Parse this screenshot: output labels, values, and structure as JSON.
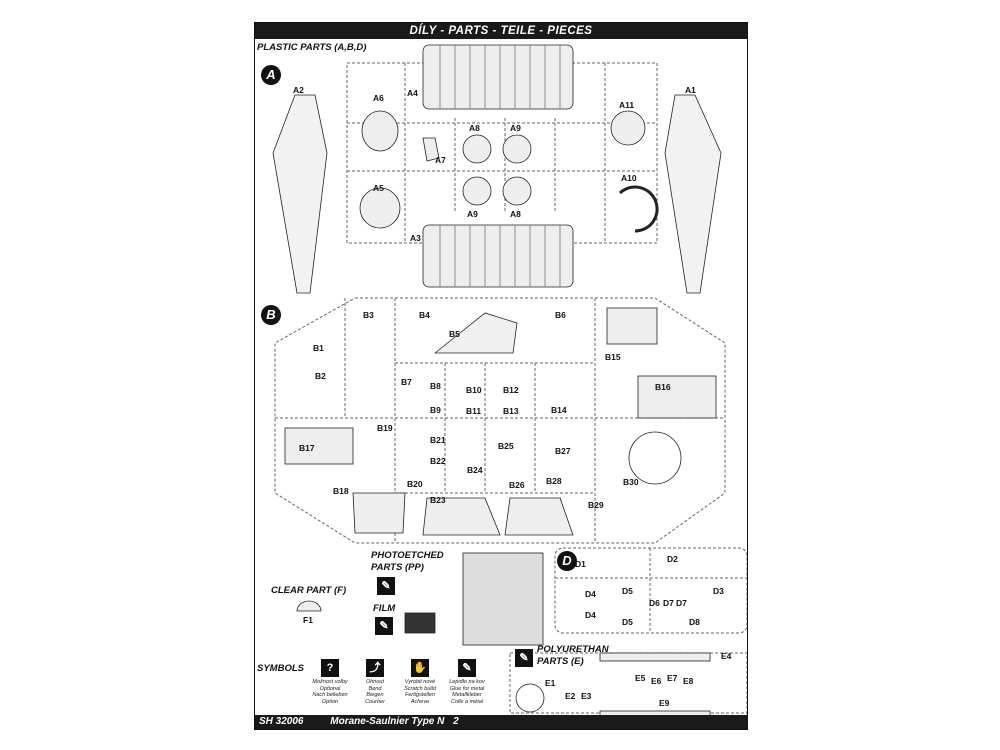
{
  "header": {
    "title": "DÍLY  -  PARTS  -  TEILE  -  PIECES"
  },
  "sections": {
    "plastic": "PLASTIC PARTS (A,B,D)",
    "photoetched": "PHOTOETCHED PARTS (PP)",
    "clear": "CLEAR PART (F)",
    "film": "FILM",
    "symbols": "SYMBOLS",
    "polyurethan": "POLYURETHAN PARTS (E)"
  },
  "badges": {
    "a": "A",
    "b": "B",
    "d": "D"
  },
  "labels_a": [
    "A2",
    "A6",
    "A4",
    "A1",
    "A11",
    "A8",
    "A9",
    "A7",
    "A5",
    "A10",
    "A9",
    "A8",
    "A3"
  ],
  "labels_b": [
    "B3",
    "B4",
    "B6",
    "B1",
    "B5",
    "B2",
    "B7",
    "B8",
    "B10",
    "B12",
    "B15",
    "B16",
    "B9",
    "B11",
    "B13",
    "B14",
    "B19",
    "B21",
    "B17",
    "B25",
    "B27",
    "B22",
    "B24",
    "B26",
    "B28",
    "B30",
    "B18",
    "B20",
    "B23",
    "B29"
  ],
  "labels_d": [
    "D1",
    "D2",
    "D4",
    "D5",
    "D6",
    "D7",
    "D7",
    "D3",
    "D4",
    "D5",
    "D8"
  ],
  "labels_e": [
    "E4",
    "E5",
    "E6",
    "E7",
    "E8",
    "E1",
    "E2",
    "E3",
    "E9"
  ],
  "labels_f": [
    "F1"
  ],
  "symbols": [
    {
      "icon": "?",
      "text": "Možnost volby\nOptional\nNach belieben\nOption"
    },
    {
      "icon": "⤴",
      "text": "Ohnout\nBend\nBiegen\nCourber"
    },
    {
      "icon": "✋",
      "text": "Vyrobit nové\nScratch build\nFertigstellen\nAcheve"
    },
    {
      "icon": "✎",
      "text": "Lepidlo na kov\nGlue for metal\nMetallkleber\nColle a métal"
    }
  ],
  "footer": {
    "code": "SH 32006",
    "name": "Morane-Saulnier Type N",
    "page": "2"
  }
}
